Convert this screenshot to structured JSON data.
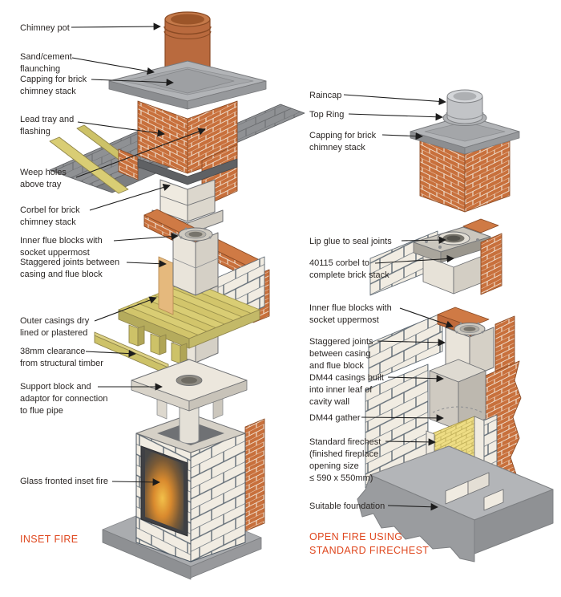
{
  "colors": {
    "label_text": "#2b2725",
    "title_red": "#df471e",
    "brick_orange": "#c8703c",
    "brick_dark": "#a85a30",
    "mortar": "#f0e0d0",
    "slate_gray": "#8f9194",
    "capping_gray": "#b2b4b7",
    "terracotta_pot": "#b96a3e",
    "timber_yellow": "#d9cd74",
    "block_white": "#f1ece2",
    "block_joint": "#5f6a74",
    "firebrick_yellow": "#eedd84",
    "foundation_gray": "#b3b5b8",
    "fire_glow": "#e8962f"
  },
  "left_diagram": {
    "title": "INSET FIRE",
    "labels": [
      {
        "id": "chimney-pot",
        "text": "Chimney pot"
      },
      {
        "id": "sand-cement-flaunching",
        "text": "Sand/cement\nflaunching"
      },
      {
        "id": "capping-for-brick-chimney-stack",
        "text": "Capping for brick\nchimney stack"
      },
      {
        "id": "lead-tray-and-flashing",
        "text": "Lead tray and\nflashing"
      },
      {
        "id": "weep-holes-above-tray",
        "text": "Weep holes\nabove tray"
      },
      {
        "id": "corbel-for-brick-chimney-stack",
        "text": "Corbel for brick\nchimney stack"
      },
      {
        "id": "inner-flue-blocks",
        "text": "Inner flue blocks with\nsocket uppermost"
      },
      {
        "id": "staggered-joints",
        "text": "Staggered joints between\ncasing and flue block"
      },
      {
        "id": "outer-casings",
        "text": "Outer casings dry\nlined or plastered"
      },
      {
        "id": "38mm-clearance",
        "text": "38mm clearance\nfrom structural timber"
      },
      {
        "id": "support-block-adaptor",
        "text": "Support block and\nadaptor for connection\nto flue pipe"
      },
      {
        "id": "glass-fronted-inset-fire",
        "text": "Glass fronted inset fire"
      }
    ]
  },
  "right_diagram": {
    "title": "OPEN FIRE USING\nSTANDARD FIRECHEST",
    "labels": [
      {
        "id": "raincap",
        "text": "Raincap"
      },
      {
        "id": "top-ring",
        "text": "Top Ring"
      },
      {
        "id": "capping-for-brick-chimney-stack",
        "text": "Capping for brick\nchimney stack"
      },
      {
        "id": "lip-glue",
        "text": "Lip glue to seal joints"
      },
      {
        "id": "40115-corbel",
        "text": "40115 corbel to\ncomplete brick stack"
      },
      {
        "id": "inner-flue-blocks",
        "text": "Inner flue blocks with\nsocket uppermost"
      },
      {
        "id": "staggered-joints",
        "text": "Staggered joints\nbetween casing\nand flue block"
      },
      {
        "id": "dm44-casings",
        "text": "DM44 casings built\ninto inner leaf of\ncavity wall"
      },
      {
        "id": "dm44-gather",
        "text": "DM44 gather"
      },
      {
        "id": "standard-firechest",
        "text": "Standard firechest\n(finished fireplace\nopening size\n≤ 590 x 550mm)"
      },
      {
        "id": "suitable-foundation",
        "text": "Suitable foundation"
      }
    ]
  }
}
